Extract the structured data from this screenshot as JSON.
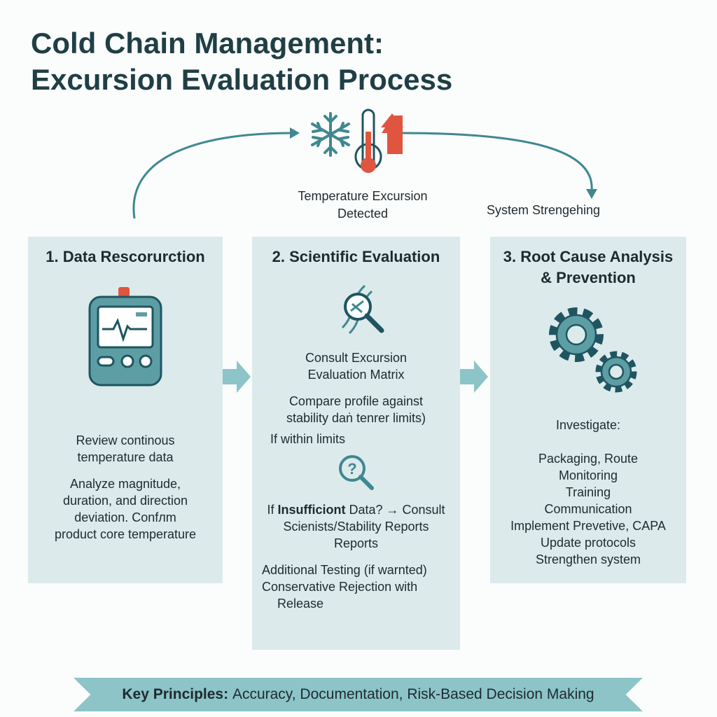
{
  "title": {
    "line1": "Cold Chain Management:",
    "line2": "Excursion Evaluation Process"
  },
  "trigger": {
    "label_line1": "Temperature Excursion",
    "label_line2": "Detected",
    "right_label": "System Strengehing"
  },
  "steps": [
    {
      "heading": "1. Data Rescorurction",
      "lines1": [
        "Review continous",
        "temperature data"
      ],
      "lines2": [
        "Analyze magnitude,",
        "duration, and direction",
        "deviation. Confлm",
        "product core temperature"
      ]
    },
    {
      "heading": "2. Scientific Evaluation",
      "sub": [
        "Consult Excursion",
        "Evaluation Matrix"
      ],
      "compare": [
        "Compare profile against",
        "stability daṅ tenrer limits)"
      ],
      "within": "If within limits",
      "insufficient_prefix": "If ",
      "insufficient_bold": "Insufficiont",
      "insufficient_rest": " Data? → Consult",
      "insufficient_lines": [
        "Scienists/Stability Reports",
        "Reports"
      ],
      "final": [
        "Additional Testing (if warnted)",
        "Conservative Rejection with",
        "Release"
      ]
    },
    {
      "heading_line1": "3. Root Cause Analysis",
      "heading_line2": "& Prevention",
      "investigate": "Investigate:",
      "items": [
        "Packaging, Route",
        "Monitoring",
        "Training",
        "Communication",
        "Implement Prevetive, CAPA",
        "Update protocols",
        "Strengthen system"
      ]
    }
  ],
  "footer": {
    "bold": "Key Principles:",
    "text": " Accuracy, Documentation, Risk-Based Decision Making"
  },
  "colors": {
    "teal": "#3f8890",
    "red": "#e0553f",
    "panel": "#dceaec",
    "banner": "#8cc4c8"
  }
}
